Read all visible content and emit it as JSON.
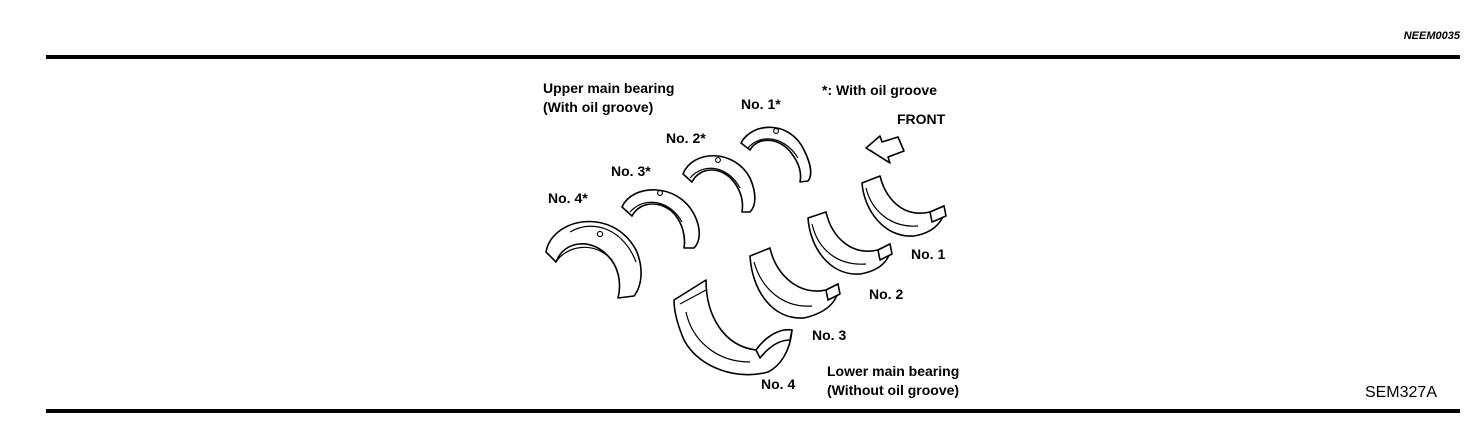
{
  "document": {
    "ref_code_top": "NEEM0035",
    "ref_code_bottom": "SEM327A"
  },
  "figure": {
    "upper_group_label_line1": "Upper main bearing",
    "upper_group_label_line2": "(With oil groove)",
    "lower_group_label_line1": "Lower main bearing",
    "lower_group_label_line2": "(Without oil groove)",
    "legend_note": "*: With oil groove",
    "front_label": "FRONT",
    "upper_bearings": [
      "No. 1*",
      "No. 2*",
      "No. 3*",
      "No. 4*"
    ],
    "lower_bearings": [
      "No. 1",
      "No. 2",
      "No. 3",
      "No. 4"
    ],
    "icons": [
      "front-arrow-icon"
    ]
  }
}
